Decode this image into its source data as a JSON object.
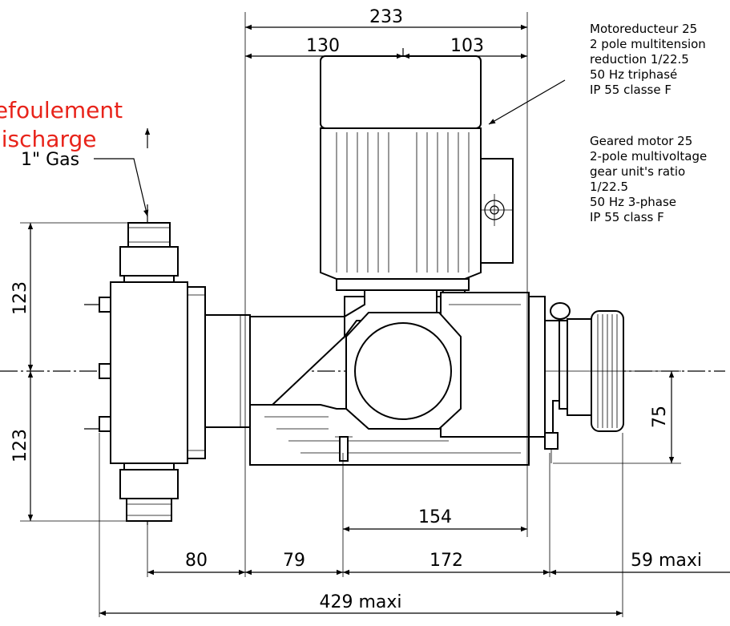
{
  "labels": {
    "discharge_fr": "refoulement",
    "discharge_en": "discharge",
    "connection": "1\" Gas"
  },
  "dimensions": {
    "d233": "233",
    "d130": "130",
    "d103": "103",
    "d123_top": "123",
    "d123_bottom": "123",
    "d75": "75",
    "d154": "154",
    "d80": "80",
    "d79": "79",
    "d172": "172",
    "d59": "59  maxi",
    "d429": "429  maxi"
  },
  "motor_fr": {
    "line1": "Motoreducteur 25",
    "line2": "2 pole multitension",
    "line3": "reduction 1/22.5",
    "line4": "50 Hz triphasé",
    "line5": "IP 55 classe F"
  },
  "motor_en": {
    "line1": "Geared motor 25",
    "line2": "2-pole multivoltage",
    "line3": "gear unit's ratio",
    "line4": "1/22.5",
    "line5": "50 Hz  3-phase",
    "line6": "IP 55 class F"
  },
  "colors": {
    "accent_red": "#e8231a",
    "line": "#000000"
  }
}
